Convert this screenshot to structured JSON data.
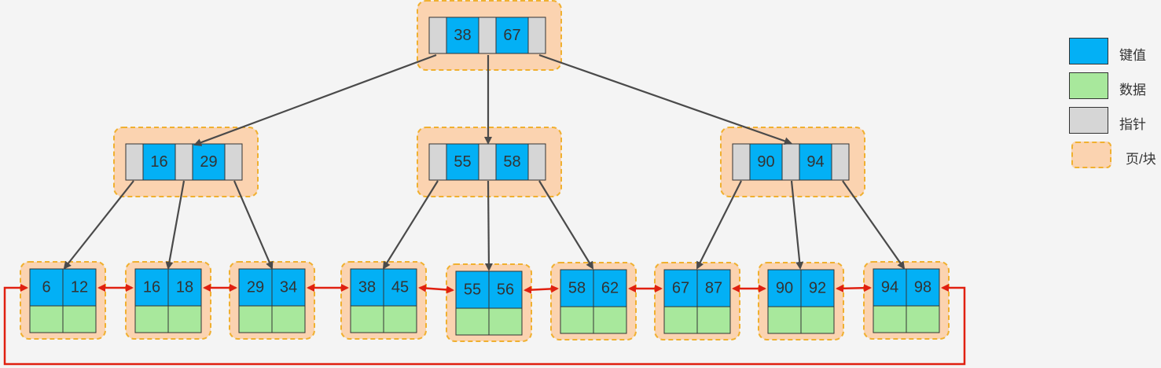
{
  "colors": {
    "key": "#03b0f5",
    "data": "#a8e89c",
    "pointer": "#d6d6d6",
    "page_fill": "#fbd3b0",
    "page_border": "#f0b030",
    "edge": "#4a4a4a",
    "link": "#e02010"
  },
  "legend": [
    {
      "label": "键值",
      "kind": "key"
    },
    {
      "label": "数据",
      "kind": "data"
    },
    {
      "label": "指针",
      "kind": "pointer"
    },
    {
      "label": "页/块",
      "kind": "page"
    }
  ],
  "tree": {
    "root": {
      "keys": [
        "38",
        "67"
      ]
    },
    "internal": [
      {
        "keys": [
          "16",
          "29"
        ]
      },
      {
        "keys": [
          "55",
          "58"
        ]
      },
      {
        "keys": [
          "90",
          "94"
        ]
      }
    ],
    "leaves": [
      {
        "keys": [
          "6",
          "12"
        ]
      },
      {
        "keys": [
          "16",
          "18"
        ]
      },
      {
        "keys": [
          "29",
          "34"
        ]
      },
      {
        "keys": [
          "38",
          "45"
        ]
      },
      {
        "keys": [
          "55",
          "56"
        ]
      },
      {
        "keys": [
          "58",
          "62"
        ]
      },
      {
        "keys": [
          "67",
          "87"
        ]
      },
      {
        "keys": [
          "90",
          "92"
        ]
      },
      {
        "keys": [
          "94",
          "98"
        ]
      }
    ]
  }
}
